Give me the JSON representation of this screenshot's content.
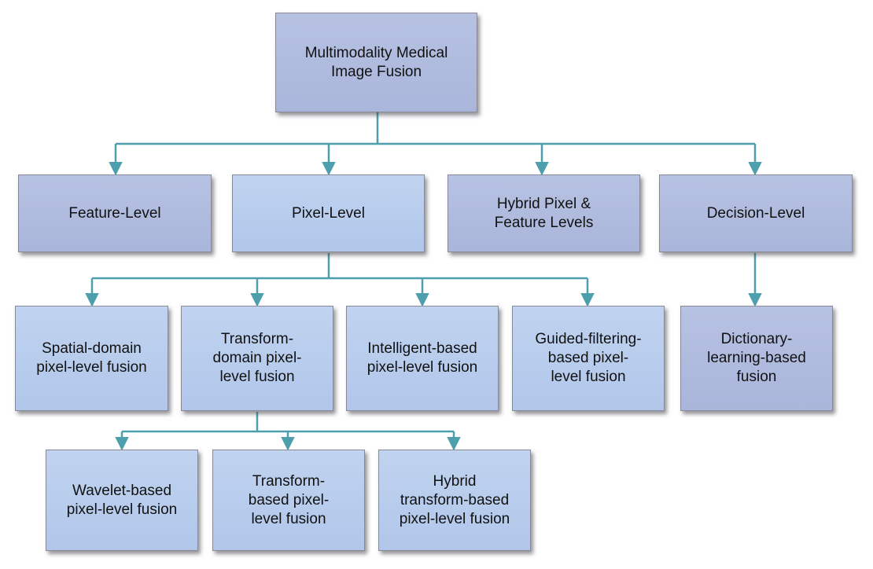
{
  "colors": {
    "connector": "#4e9fad",
    "box_dark": "#aab6dc",
    "box_light": "#b4c8eb",
    "border": "#8a8a96"
  },
  "root": {
    "label": "Multimodality Medical\nImage Fusion"
  },
  "levels": [
    {
      "label": "Feature-Level"
    },
    {
      "label": "Pixel-Level"
    },
    {
      "label": "Hybrid Pixel &\nFeature Levels"
    },
    {
      "label": "Decision-Level"
    }
  ],
  "pixel_children": [
    {
      "label": "Spatial-domain\npixel-level fusion"
    },
    {
      "label": "Transform-\ndomain pixel-\nlevel fusion"
    },
    {
      "label": "Intelligent-based\npixel-level fusion"
    },
    {
      "label": "Guided-filtering-\nbased pixel-\nlevel fusion"
    }
  ],
  "decision_children": [
    {
      "label": "Dictionary-\nlearning-based\nfusion"
    }
  ],
  "transform_children": [
    {
      "label": "Wavelet-based\npixel-level fusion"
    },
    {
      "label": "Transform-\nbased pixel-\nlevel fusion"
    },
    {
      "label": "Hybrid\ntransform-based\npixel-level fusion"
    }
  ]
}
